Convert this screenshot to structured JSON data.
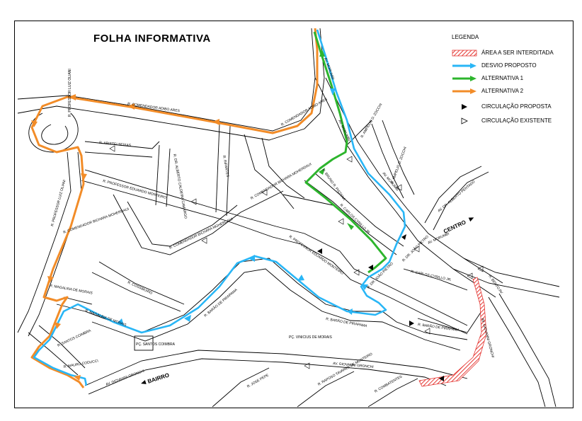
{
  "title": "FOLHA INFORMATIVA",
  "legend": {
    "heading": "LEGENDA",
    "items": [
      {
        "label": "ÁREA A SER INTERDITADA",
        "color": "#e53935"
      },
      {
        "label": "DESVIO PROPOSTO",
        "color": "#29b6f6"
      },
      {
        "label": "ALTERNATIVA 1",
        "color": "#2db52d"
      },
      {
        "label": "ALTERNATIVA 2",
        "color": "#f28c28"
      },
      {
        "label": "CIRCULAÇÃO PROPOSTA",
        "icon": "solid-arrow-icon"
      },
      {
        "label": "CIRCULAÇÃO EXISTENTE",
        "icon": "hollow-arrow-icon"
      }
    ]
  },
  "directions": {
    "centro": "CENTRO",
    "bairro": "BAIRRO"
  },
  "streets": {
    "adibo_ares_1": "R. COMENDADOR ADIBO ARES",
    "adibo_ares_2": "R. COMENDADOR ADIBO ARES",
    "luiz_oliani": "R. PROFESSOR LUIZ OLIANI",
    "luiz_oliani_2": "R. PROFESSOR LUIZ OLIANI",
    "aristei": "R. ARISTEI SEIXAS",
    "eduardo_monteiro": "R. PROFESSOR EDUARDO MONTEIRO",
    "eduardo_monteiro_2": "R. PROFESSOR EDUARDO MONTEIRO",
    "alberto_caldeira": "R. DR. ALBERTO CALDEIRA CAMARGO",
    "infantes": "R. INFANTES",
    "bichara_1": "R. COMENDADOR BICHARA MOHERDAUI",
    "bichara_2": "R. COMENDADOR BICHARA MOHERDAUI",
    "bichara_3": "R. COMENDADOR BICHARA MOHERDAUI",
    "bruno_pistana": "R. BRUNO R. PISTANA",
    "carlos_cyrillo": "R. CARLOS CYRILLO JR.",
    "carlos_cyrillo_2": "R. CARLOS CYRILLO JR.",
    "morumbi_1": "AV. MORUMBI",
    "morumbi_2": "AV. MORUMBI",
    "morumbi_3": "AV. MORUMBI",
    "morumbi_4": "AV. MORUMBI",
    "ampelio_1": "R. AMPELIO D. ZOCCHI",
    "ampelio_2": "R. AMPELIO D. ZOCCHI",
    "joao_pietro_1": "R. DR. JOÃO PIETRO",
    "joao_pietro_2": "R. DR. JOÃO PIETRO",
    "alberto_pentado": "AV. DR. ALBERTO PENTADO",
    "magalhaes_1": "R. MAGALINA DE MORAIS",
    "magalhaes_2": "R. MAGALINA DE MORAIS",
    "cossibuiro": "R. COSSIBUIRO",
    "pirapama_1": "R. BARÃO DE PIRAPAMA",
    "pirapama_2": "R. BARÃO DE PIRAPAMA",
    "pirapama_3": "R. BARÃO DE PIRAPAMA",
    "santos_coimbra": "R. SANTOS COIMBRA",
    "pc_santos_coimbra": "PÇ. SANTOS COIMBRA",
    "pc_vinicius": "PÇ. VINICIUS DE MORAIS",
    "mauro_coducci": "R. MAURO CODUCCI",
    "gronchi_1": "AV. GIOVANNI GRONCHI",
    "gronchi_2": "AV. GIOVANNI GRONCHI",
    "gronchi_3": "AV. GIOVANNI GRONCHI",
    "jose_pepe": "R. JOSE PEPE",
    "raposo": "R. RAPOSO TAVARES DE MONTEIRO",
    "combatentes": "R. COMBATENTES",
    "bento": "R. BENTO AV."
  }
}
